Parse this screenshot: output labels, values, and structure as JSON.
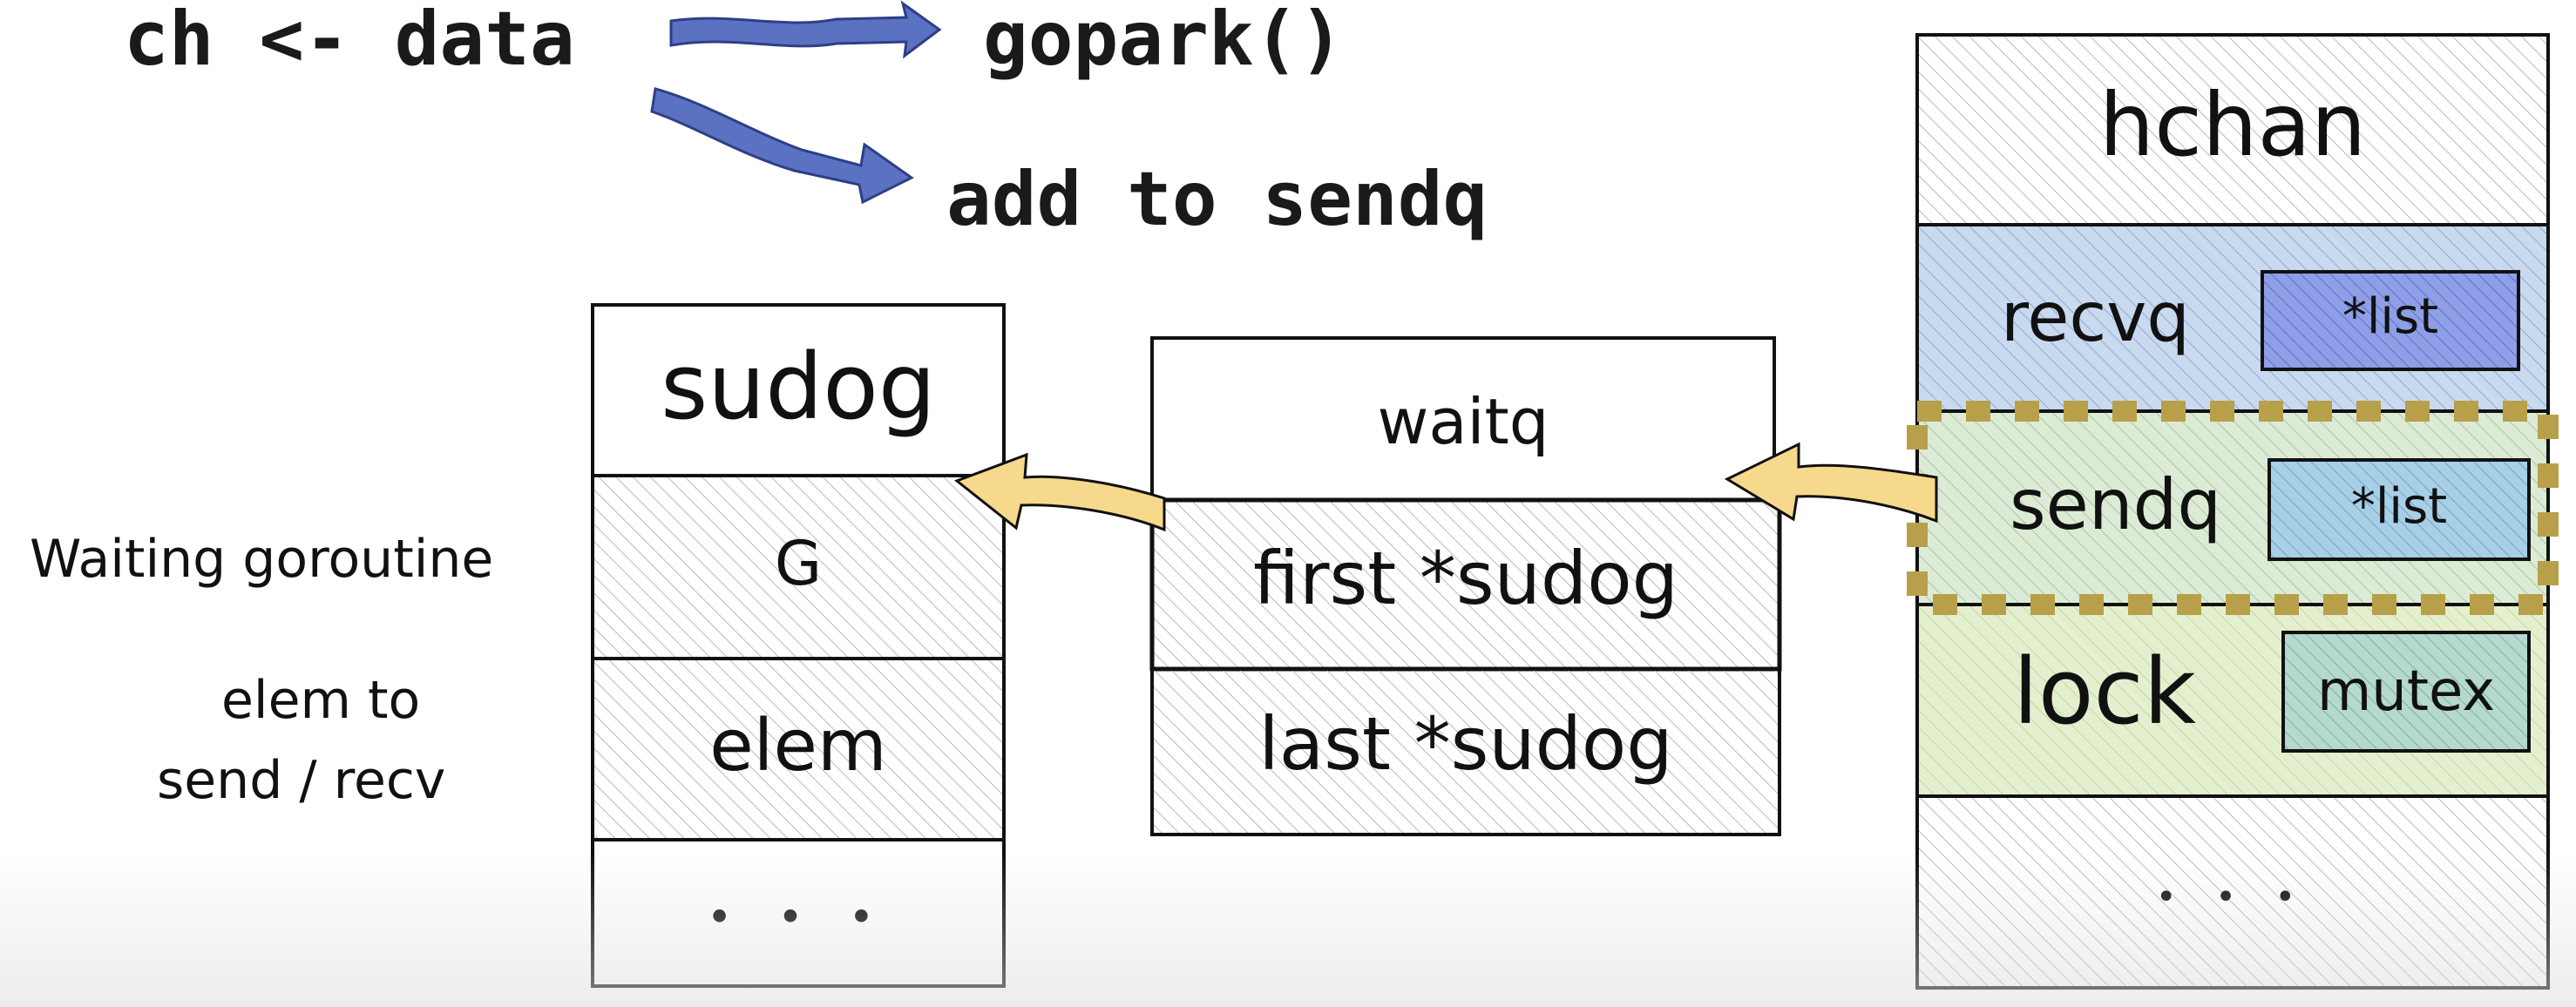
{
  "code": {
    "send_statement": "ch <- data",
    "gopark_call": "gopark()",
    "add_to_sendq": "add to sendq"
  },
  "sudog": {
    "title": "sudog",
    "g_field": "G",
    "elem_field": "elem",
    "more_fields": "• • •",
    "label_waiting": "Waiting goroutine",
    "label_elem_line1": "elem to",
    "label_elem_line2": "send / recv"
  },
  "waitq": {
    "title": "waitq",
    "first_field": "first *sudog",
    "last_field": "last *sudog"
  },
  "hchan": {
    "title": "hchan",
    "recvq_label": "recvq",
    "recvq_type": "*list",
    "sendq_label": "sendq",
    "sendq_type": "*list",
    "lock_label": "lock",
    "lock_type": "mutex",
    "more_fields": "• • •"
  },
  "colors": {
    "blue_arrow": "#5b72c2",
    "yellow_arrow": "#f6d98c",
    "recvq_bg": "#c9d9ee",
    "sendq_bg": "#dcebd6",
    "lock_bg": "#e4efcf",
    "highlight_border": "#b8a04a"
  }
}
